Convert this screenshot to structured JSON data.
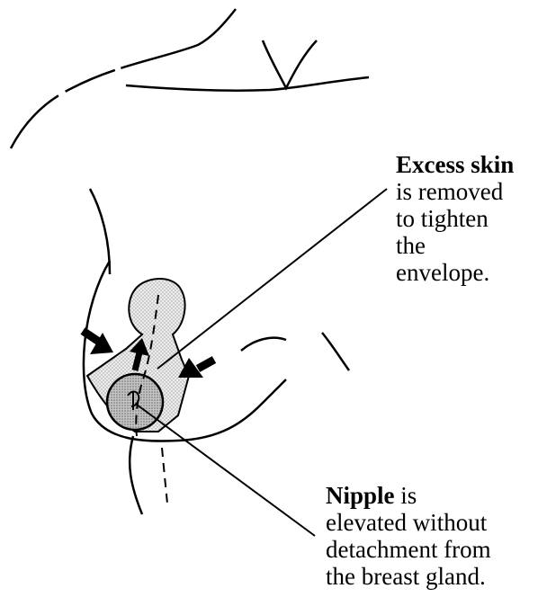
{
  "labels": {
    "excess_skin": {
      "lead": "Excess skin",
      "lines": [
        "is removed",
        "to tighten",
        "the",
        "envelope."
      ]
    },
    "nipple": {
      "lead": "Nipple",
      "lead_suffix": " is",
      "lines": [
        "elevated without",
        "detachment from",
        "the breast gland."
      ]
    }
  },
  "colors": {
    "ink": "#000000",
    "shaded_tissue": "#e4e4e4",
    "areola_shade": "#b5b5b5"
  }
}
